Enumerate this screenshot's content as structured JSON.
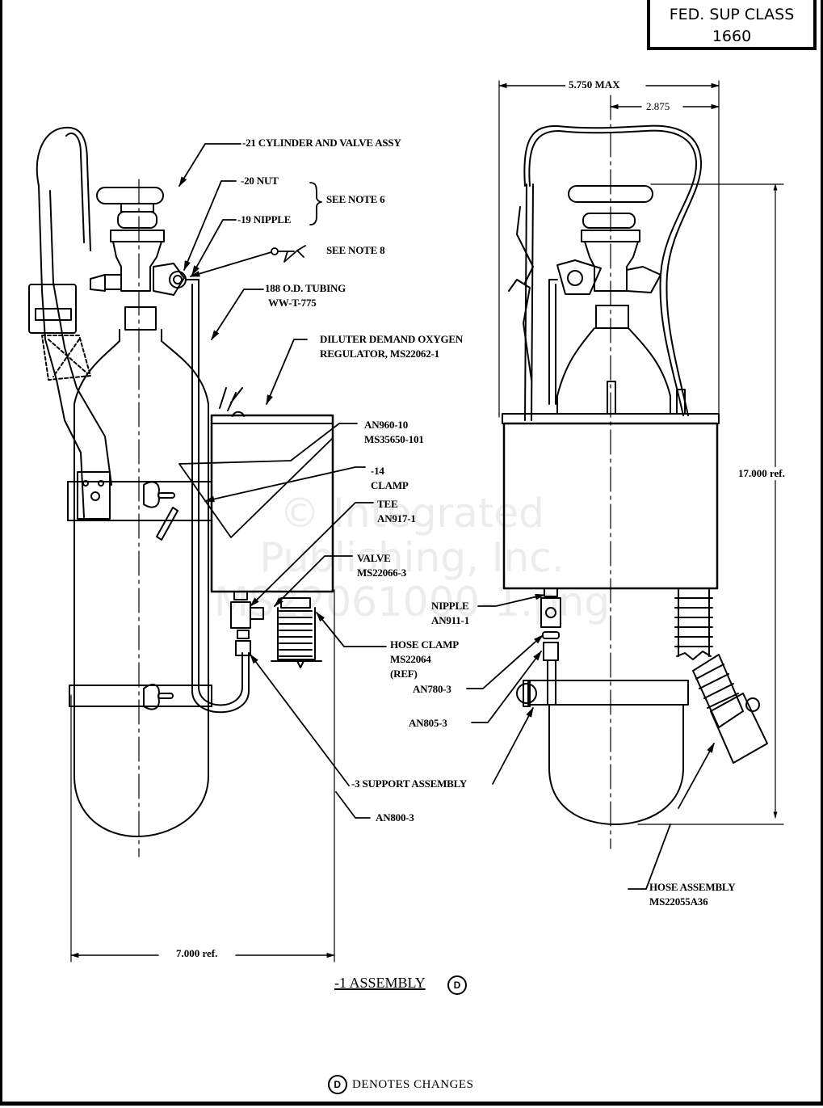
{
  "document": {
    "class_box": {
      "line1": "FED. SUP CLASS",
      "line2": "1660"
    },
    "assembly_title": "-1 ASSEMBLY",
    "change_mark": "D",
    "legend": {
      "symbol": "D",
      "text": "DENOTES CHANGES"
    },
    "watermark": [
      "© Integrated",
      "Publishing, Inc.",
      "MS22061000-1.png"
    ]
  },
  "dimensions": {
    "overall_width_max": "5.750 MAX",
    "half_width": "2.875",
    "height_ref": "17.000 ref.",
    "base_width_ref": "7.000 ref."
  },
  "callouts": {
    "cylinder_valve": "-21 CYLINDER AND VALVE ASSY",
    "nut": "-20 NUT",
    "nipple_19": "-19 NIPPLE",
    "see_note_6": "SEE NOTE 6",
    "see_note_8": "SEE NOTE 8",
    "tubing": [
      "188 O.D. TUBING",
      "WW-T-775"
    ],
    "regulator": [
      "DILUTER DEMAND OXYGEN",
      "REGULATOR, MS22062-1"
    ],
    "an960": [
      "AN960-10",
      "MS35650-101"
    ],
    "clamp": [
      "-14",
      "CLAMP"
    ],
    "tee": [
      "TEE",
      "AN917-1"
    ],
    "valve": [
      "VALVE",
      "MS22066-3"
    ],
    "nipple_an911": [
      "NIPPLE",
      "AN911-1"
    ],
    "hose_clamp": [
      "HOSE CLAMP",
      "MS22064",
      "(REF)"
    ],
    "an780": "AN780-3",
    "an805": "AN805-3",
    "support_assembly": "-3 SUPPORT ASSEMBLY",
    "an800": "AN800-3",
    "hose_assembly": [
      "HOSE ASSEMBLY",
      "MS22055A36"
    ]
  }
}
